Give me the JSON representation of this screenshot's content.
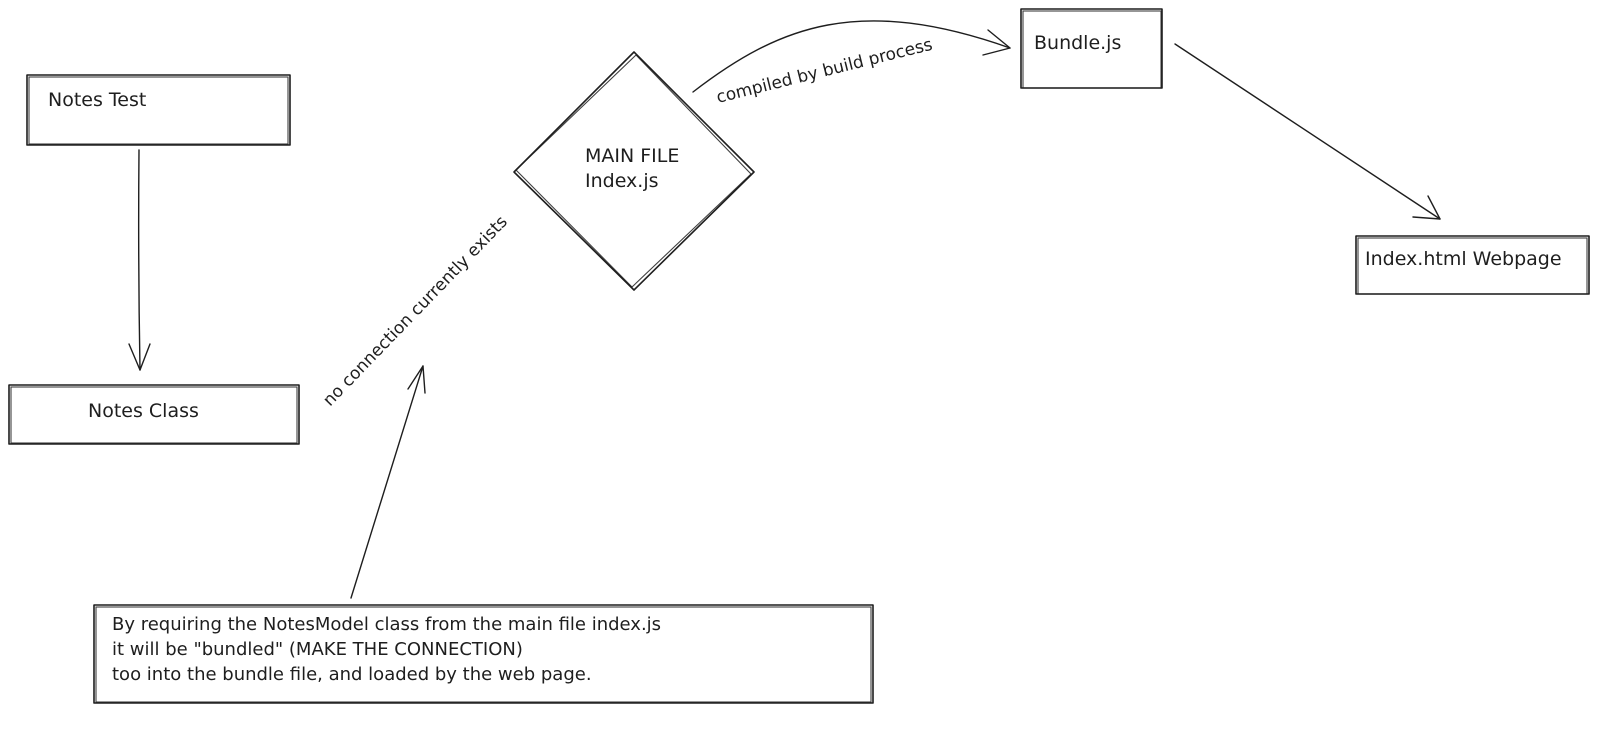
{
  "nodes": {
    "notes_test": "Notes Test",
    "notes_class": "Notes Class",
    "main_file_line1": "MAIN FILE",
    "main_file_line2": "Index.js",
    "bundle": "Bundle.js",
    "webpage": "Index.html Webpage"
  },
  "edges": {
    "compiled": "compiled by build process",
    "no_connection": "no connection currently exists"
  },
  "note": {
    "line1": "By requiring the NotesModel class from the main file index.js",
    "line2": "it will be \"bundled\" (MAKE THE CONNECTION)",
    "line3": "too into the bundle file, and loaded by the web page."
  }
}
